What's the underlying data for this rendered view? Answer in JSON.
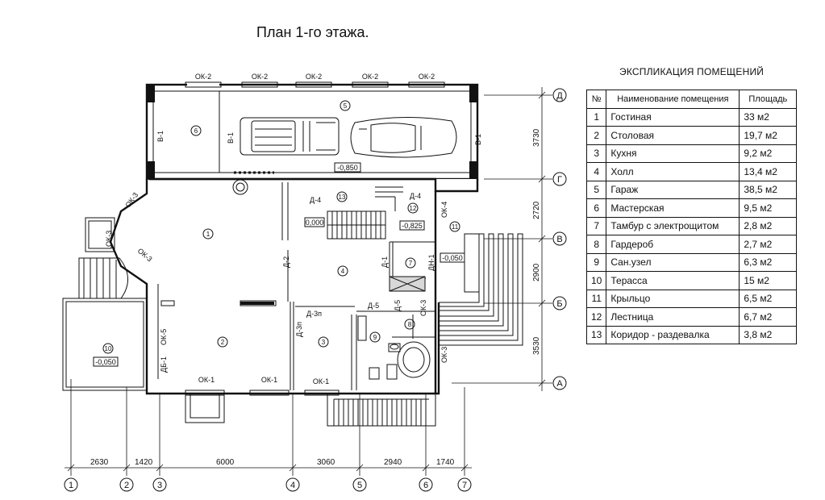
{
  "title": "План 1-го этажа.",
  "explication": {
    "title": "ЭКСПЛИКАЦИЯ ПОМЕЩЕНИЙ",
    "headers": [
      "№",
      "Наименование помещения",
      "Площадь"
    ],
    "rows": [
      {
        "num": "1",
        "name": "Гостиная",
        "area": "33 м2"
      },
      {
        "num": "2",
        "name": "Столовая",
        "area": "19,7 м2"
      },
      {
        "num": "3",
        "name": "Кухня",
        "area": "9,2 м2"
      },
      {
        "num": "4",
        "name": "Холл",
        "area": "13,4 м2"
      },
      {
        "num": "5",
        "name": "Гараж",
        "area": "38,5 м2"
      },
      {
        "num": "6",
        "name": "Мастерская",
        "area": "9,5 м2"
      },
      {
        "num": "7",
        "name": "Тамбур с электрощитом",
        "area": "2,8 м2"
      },
      {
        "num": "8",
        "name": "Гардероб",
        "area": "2,7 м2"
      },
      {
        "num": "9",
        "name": "Сан.узел",
        "area": "6,3 м2"
      },
      {
        "num": "10",
        "name": "Терасса",
        "area": "15 м2"
      },
      {
        "num": "11",
        "name": "Крыльцо",
        "area": "6,5 м2"
      },
      {
        "num": "12",
        "name": "Лестница",
        "area": "6,7 м2"
      },
      {
        "num": "13",
        "name": "Коридор - раздевалка",
        "area": "3,8 м2"
      }
    ]
  },
  "axes": {
    "vertical": [
      "1",
      "2",
      "3",
      "4",
      "5",
      "6",
      "7"
    ],
    "horizontal": [
      "Д",
      "Г",
      "В",
      "Б",
      "А"
    ]
  },
  "dimensions": {
    "bottom": [
      "2630",
      "1420",
      "6000",
      "3060",
      "2940",
      "1740"
    ],
    "right": [
      "3730",
      "2720",
      "2900",
      "3530"
    ]
  },
  "windows": {
    "top": [
      "ОК-2",
      "ОК-2",
      "ОК-2",
      "ОК-2",
      "ОК-2"
    ],
    "bottom": [
      "ОК-1",
      "ОК-1",
      "ОК-1"
    ],
    "left": [
      "ОК-3",
      "ОК-3",
      "ОК-3",
      "ОК-5"
    ],
    "right": [
      "ОК-4",
      "ОК-3",
      "ОК-3"
    ]
  },
  "doors": [
    "Д-4",
    "Д-4",
    "Д-2",
    "Д-1",
    "ДН-1",
    "Д-5",
    "Д-5",
    "Д-3п",
    "Д-3п",
    "ДБ-1"
  ],
  "walls_labels": [
    "В-1",
    "В-1",
    "В-1"
  ],
  "levels": [
    "-0,850",
    "0,000",
    "-0,825",
    "-0,050",
    "-0,050"
  ],
  "room_tags": [
    {
      "num": "1",
      "area": ""
    },
    {
      "num": "2",
      "area": ""
    },
    {
      "num": "3",
      "area": ""
    },
    {
      "num": "4",
      "area": ""
    },
    {
      "num": "5",
      "area": ""
    },
    {
      "num": "6",
      "area": ""
    },
    {
      "num": "7",
      "area": ""
    },
    {
      "num": "8",
      "area": ""
    },
    {
      "num": "9",
      "area": ""
    },
    {
      "num": "10",
      "area": ""
    },
    {
      "num": "11",
      "area": ""
    },
    {
      "num": "12",
      "area": ""
    },
    {
      "num": "13",
      "area": ""
    }
  ]
}
